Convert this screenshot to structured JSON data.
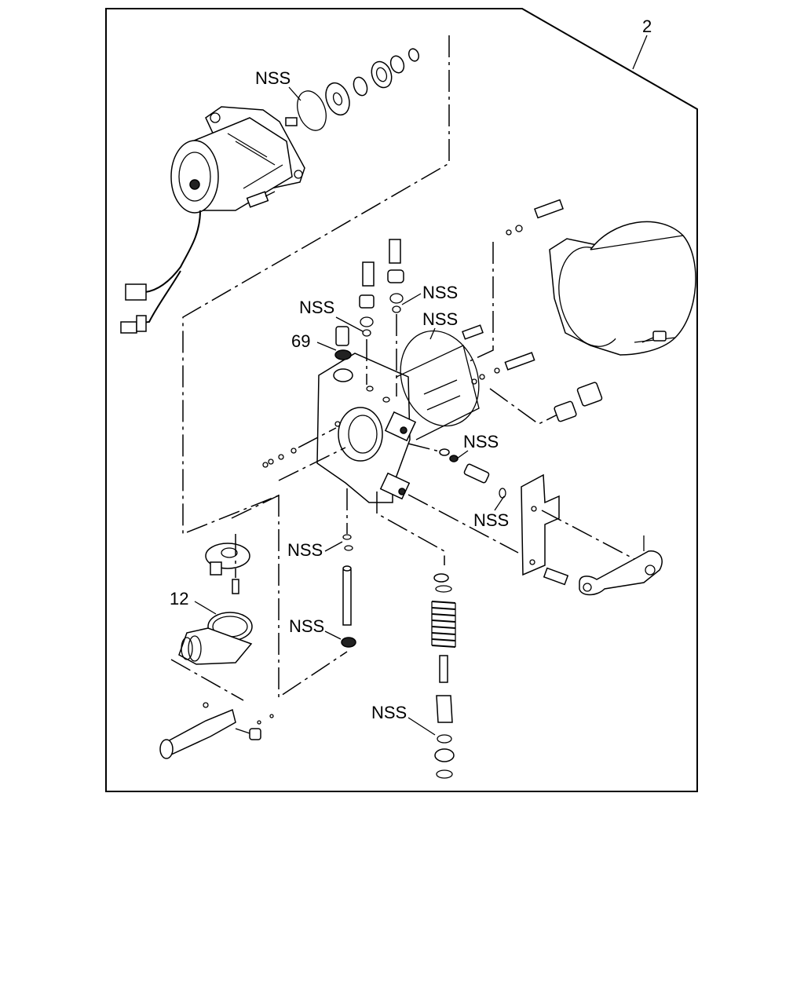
{
  "callouts": {
    "assembly": "2",
    "nss_1": "NSS",
    "nss_2": "NSS",
    "nss_3": "NSS",
    "nss_4": "NSS",
    "nss_5": "NSS",
    "nss_6": "NSS",
    "nss_7": "NSS",
    "nss_8": "NSS",
    "nss_9": "NSS",
    "part_69": "69",
    "part_12": "12"
  },
  "icons": {
    "motor": "motor-icon",
    "housing": "pump-housing-icon",
    "reservoir": "reservoir-cup-icon",
    "spring": "spring-icon",
    "bracket": "bracket-icon",
    "boot": "rubber-boot-icon",
    "rod": "push-rod-icon"
  }
}
